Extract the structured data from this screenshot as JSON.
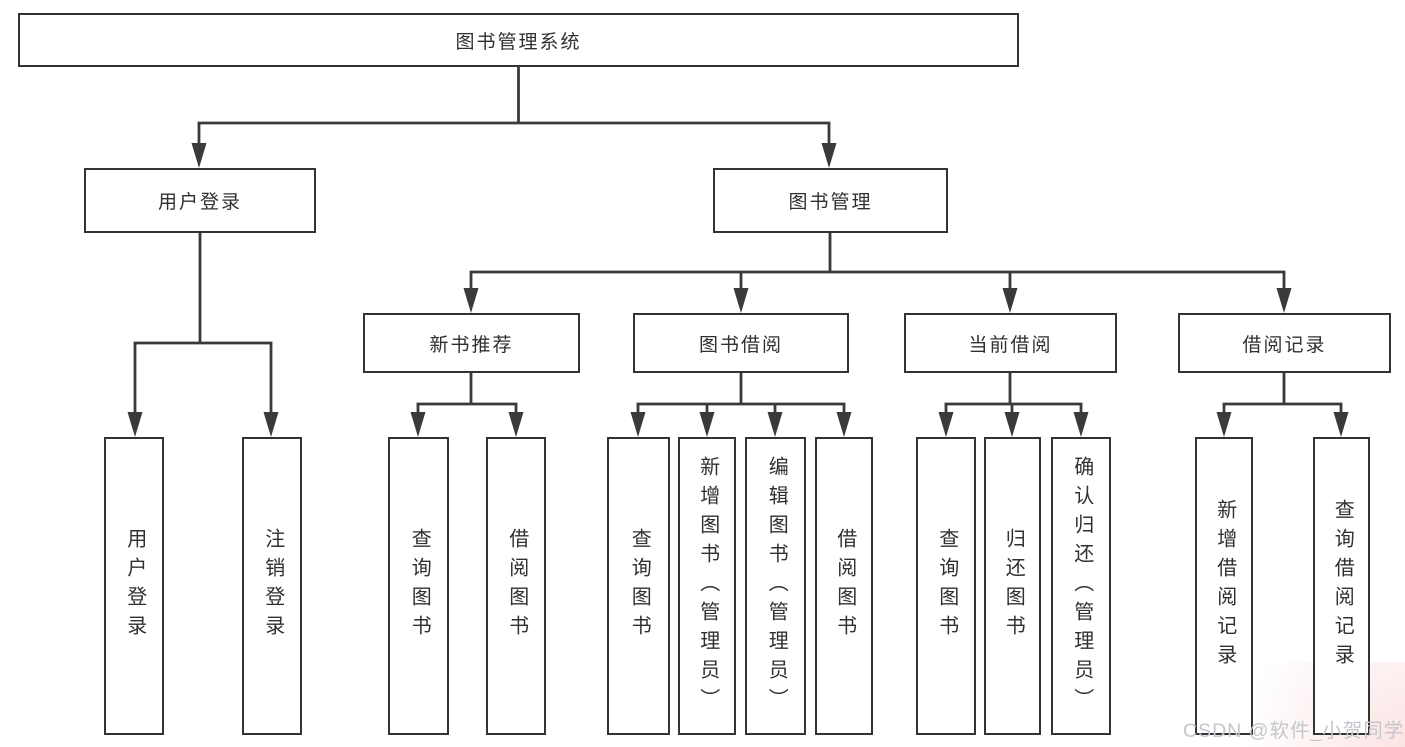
{
  "diagram": {
    "root": {
      "label": "图书管理系统"
    },
    "level2": [
      {
        "label": "用户登录"
      },
      {
        "label": "图书管理"
      }
    ],
    "level3": [
      {
        "label": "新书推荐",
        "parent": "图书管理"
      },
      {
        "label": "图书借阅",
        "parent": "图书管理"
      },
      {
        "label": "当前借阅",
        "parent": "图书管理"
      },
      {
        "label": "借阅记录",
        "parent": "图书管理"
      }
    ],
    "leaves": [
      {
        "label": "用户登录",
        "parent": "用户登录"
      },
      {
        "label": "注销登录",
        "parent": "用户登录"
      },
      {
        "label": "查询图书",
        "parent": "新书推荐"
      },
      {
        "label": "借阅图书",
        "parent": "新书推荐"
      },
      {
        "label": "查询图书",
        "parent": "图书借阅"
      },
      {
        "label": "新增图书（管理员）",
        "parent": "图书借阅"
      },
      {
        "label": "编辑图书（管理员）",
        "parent": "图书借阅"
      },
      {
        "label": "借阅图书",
        "parent": "图书借阅"
      },
      {
        "label": "查询图书",
        "parent": "当前借阅"
      },
      {
        "label": "归还图书",
        "parent": "当前借阅"
      },
      {
        "label": "确认归还（管理员）",
        "parent": "当前借阅"
      },
      {
        "label": "新增借阅记录",
        "parent": "借阅记录"
      },
      {
        "label": "查询借阅记录",
        "parent": "借阅记录"
      }
    ],
    "watermark": "CSDN @软件_小贺同学",
    "colors": {
      "line": "#3a3a3a",
      "box_border": "#333333",
      "text": "#303030",
      "background": "#ffffff",
      "watermark": "#c3c6cb"
    }
  }
}
